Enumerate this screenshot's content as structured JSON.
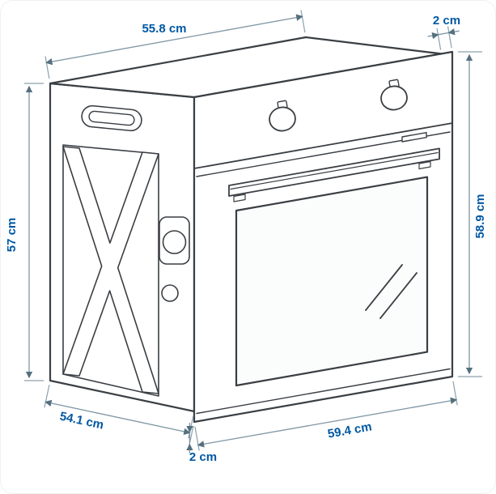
{
  "illustration": {
    "description": "Isometric line drawing of a built-in oven with dimension callouts",
    "labels": {
      "top_width": "55.8 cm",
      "top_frame_depth": "2 cm",
      "body_height": "57 cm",
      "front_height": "58.9 cm",
      "body_depth": "54.1 cm",
      "bottom_frame_depth": "2 cm",
      "front_width": "59.4 cm"
    },
    "colors": {
      "dimension_text": "#0058a3",
      "dimension_line": "#7e95a3",
      "arrowhead": "#55707f",
      "drawing_line": "#3a3f44",
      "background": "#ffffff"
    }
  }
}
